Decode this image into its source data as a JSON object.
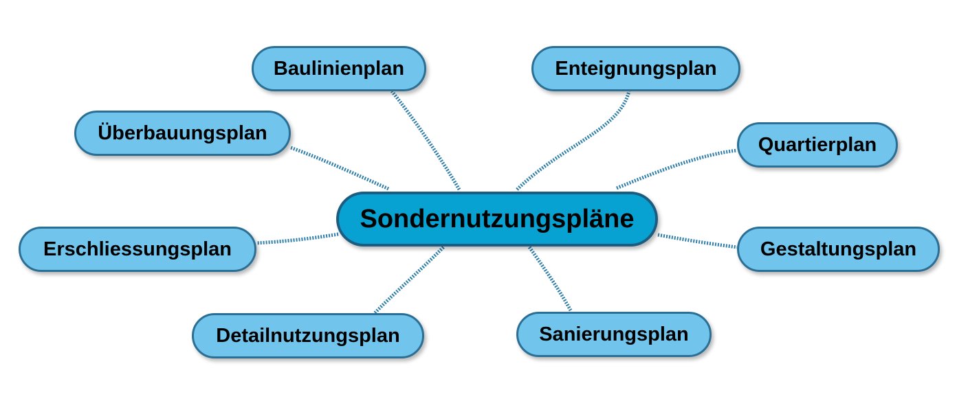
{
  "diagram": {
    "center": {
      "label": "Sondernutzungspläne"
    },
    "nodes": [
      {
        "id": "baulinienplan",
        "label": "Baulinienplan"
      },
      {
        "id": "enteignungsplan",
        "label": "Enteignungsplan"
      },
      {
        "id": "ueberbauungsplan",
        "label": "Überbauungsplan"
      },
      {
        "id": "quartierplan",
        "label": "Quartierplan"
      },
      {
        "id": "erschliessungsplan",
        "label": "Erschliessungsplan"
      },
      {
        "id": "gestaltungsplan",
        "label": "Gestaltungsplan"
      },
      {
        "id": "detailnutzungsplan",
        "label": "Detailnutzungsplan"
      },
      {
        "id": "sanierungsplan",
        "label": "Sanierungsplan"
      }
    ],
    "colors": {
      "center_fill": "#08a2d2",
      "center_border": "#1c5c80",
      "node_fill": "#71c4ec",
      "node_border": "#2c6f95",
      "connector": "#2f7ea8"
    }
  }
}
